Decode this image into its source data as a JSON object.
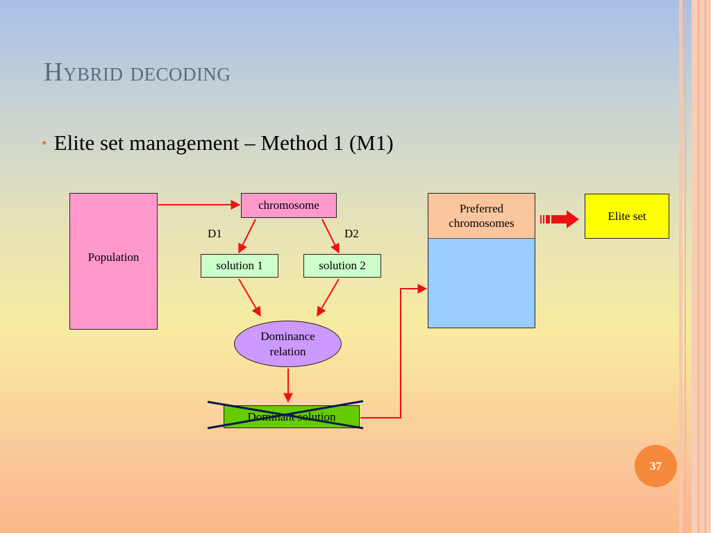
{
  "slide": {
    "title": "Hybrid decoding",
    "bullet": "Elite set management – Method 1 (M1)",
    "page_number": "37"
  },
  "diagram": {
    "population": "Population",
    "chromosome": "chromosome",
    "d1": "D1",
    "d2": "D2",
    "solution1": "solution 1",
    "solution2": "solution 2",
    "dominance": [
      "Dominance",
      "relation"
    ],
    "dominant_solution": "Dominant solution",
    "preferred": [
      "Preferred",
      "chromosomes"
    ],
    "elite_set": "Elite set"
  },
  "colors": {
    "arrow": "#ee1111",
    "cross": "#0a1a4a",
    "accent": "#f4883b"
  }
}
